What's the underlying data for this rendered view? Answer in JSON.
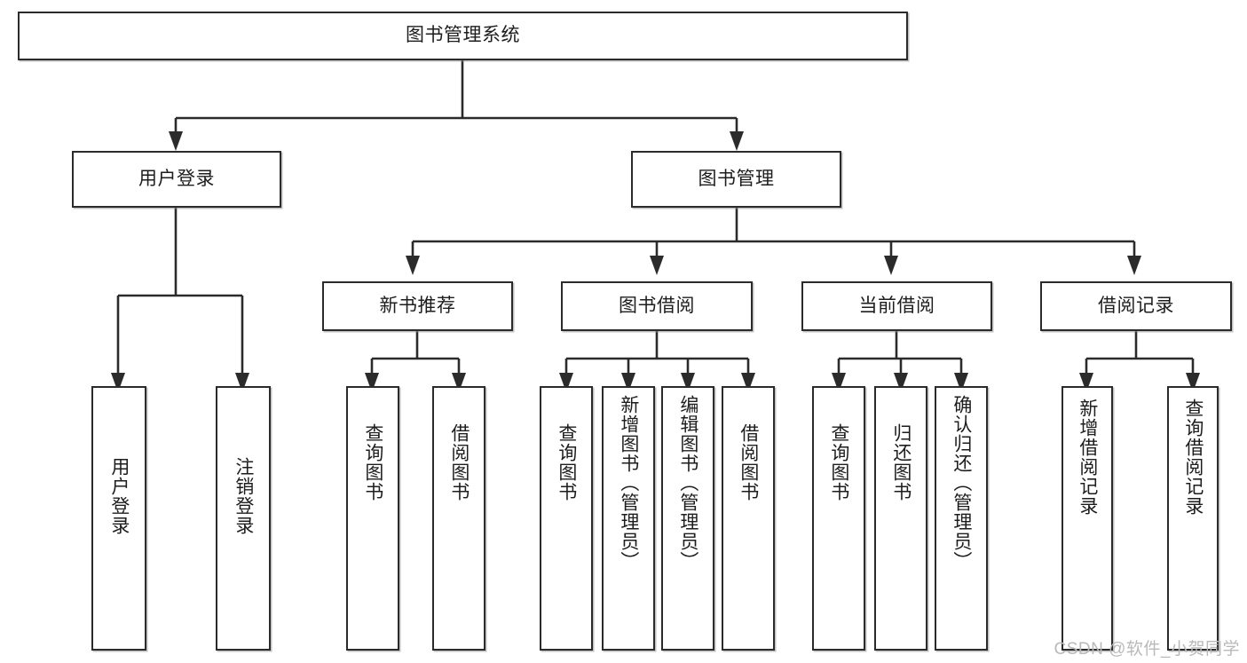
{
  "diagram": {
    "title": "图书管理系统",
    "type": "tree-hierarchy-diagram",
    "accent_color": "#2b2b2b",
    "text_color": "#1d1d1d",
    "background_color": "#ffffff",
    "root": {
      "label": "图书管理系统"
    },
    "level2": [
      {
        "label": "用户登录"
      },
      {
        "label": "图书管理"
      }
    ],
    "level3": [
      {
        "label": "新书推荐"
      },
      {
        "label": "图书借阅"
      },
      {
        "label": "当前借阅"
      },
      {
        "label": "借阅记录"
      }
    ],
    "leaves": {
      "user_login": [
        {
          "label": "用户登录"
        },
        {
          "label": "注销登录"
        }
      ],
      "new_book_recommend": [
        {
          "label": "查询图书"
        },
        {
          "label": "借阅图书"
        }
      ],
      "book_borrow": [
        {
          "label": "查询图书"
        },
        {
          "label": "新增图书（管理员）"
        },
        {
          "label": "编辑图书（管理员）"
        },
        {
          "label": "借阅图书"
        }
      ],
      "current_borrow": [
        {
          "label": "查询图书"
        },
        {
          "label": "归还图书"
        },
        {
          "label": "确认归还（管理员）"
        }
      ],
      "borrow_record": [
        {
          "label": "新增借阅记录"
        },
        {
          "label": "查询借阅记录"
        }
      ]
    }
  },
  "watermark": {
    "text": "CSDN @软件_小贺同学"
  }
}
